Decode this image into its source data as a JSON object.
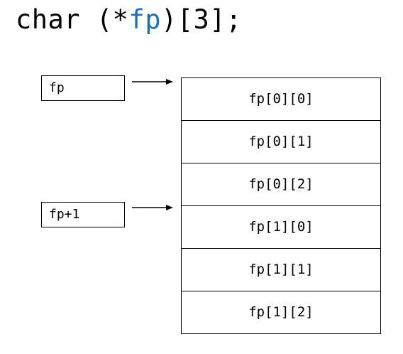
{
  "declaration": {
    "prefix": "char (*",
    "name": "fp",
    "suffix": ")[3];",
    "highlight_color": "#1f6fb5"
  },
  "pointers": [
    {
      "label": "fp"
    },
    {
      "label": "fp+1"
    }
  ],
  "memory": [
    {
      "label": "fp[0][0]"
    },
    {
      "label": "fp[0][1]"
    },
    {
      "label": "fp[0][2]"
    },
    {
      "label": "fp[1][0]"
    },
    {
      "label": "fp[1][1]"
    },
    {
      "label": "fp[1][2]"
    }
  ]
}
